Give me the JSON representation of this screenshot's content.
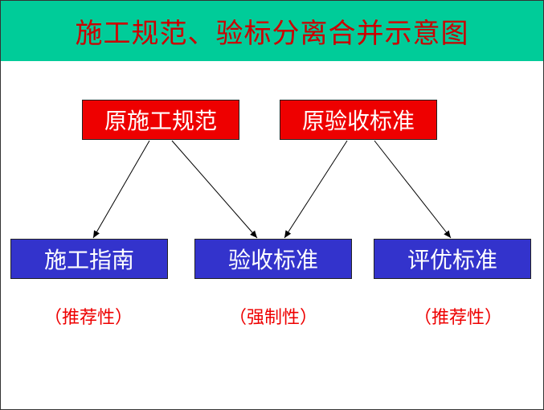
{
  "title": "施工规范、验标分离合并示意图",
  "colors": {
    "title_bg": "#00cc99",
    "title_text": "#cc0000",
    "red_box": "#ee0000",
    "blue_box": "#3333cc",
    "note_text": "#ee0000"
  },
  "top_boxes": {
    "old_construction": "原施工规范",
    "old_acceptance": "原验收标准"
  },
  "bottom_boxes": {
    "guide": "施工指南",
    "acceptance": "验收标准",
    "evaluation": "评优标准"
  },
  "notes": {
    "guide": "（推荐性）",
    "acceptance": "（强制性）",
    "evaluation": "（推荐性）"
  },
  "edges": [
    {
      "from": "原施工规范",
      "to": "施工指南"
    },
    {
      "from": "原施工规范",
      "to": "验收标准"
    },
    {
      "from": "原验收标准",
      "to": "验收标准"
    },
    {
      "from": "原验收标准",
      "to": "评优标准"
    }
  ]
}
